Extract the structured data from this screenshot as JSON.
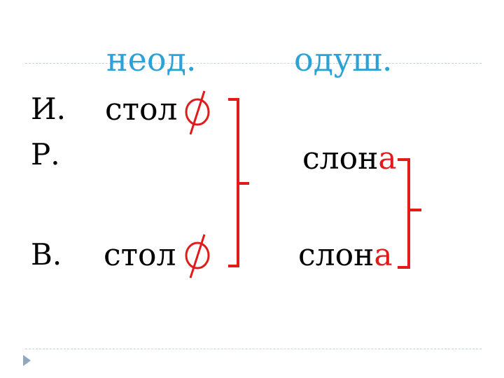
{
  "header": {
    "inanimate": "неод.",
    "animate": "одуш."
  },
  "cases": {
    "nom": "И.",
    "gen": "Р.",
    "acc": "В."
  },
  "inanimate": {
    "nom_stem": "стол",
    "acc_stem": "стол",
    "zero_ending_symbol": "∅"
  },
  "animate": {
    "gen_stem": "слон",
    "gen_ending": "а",
    "acc_stem": "слон",
    "acc_ending": "а"
  },
  "colors": {
    "heading": "#2aa2d6",
    "ending": "#e21a1a",
    "rule": "#c9d3de",
    "nav_arrow": "#8ea8c0"
  }
}
